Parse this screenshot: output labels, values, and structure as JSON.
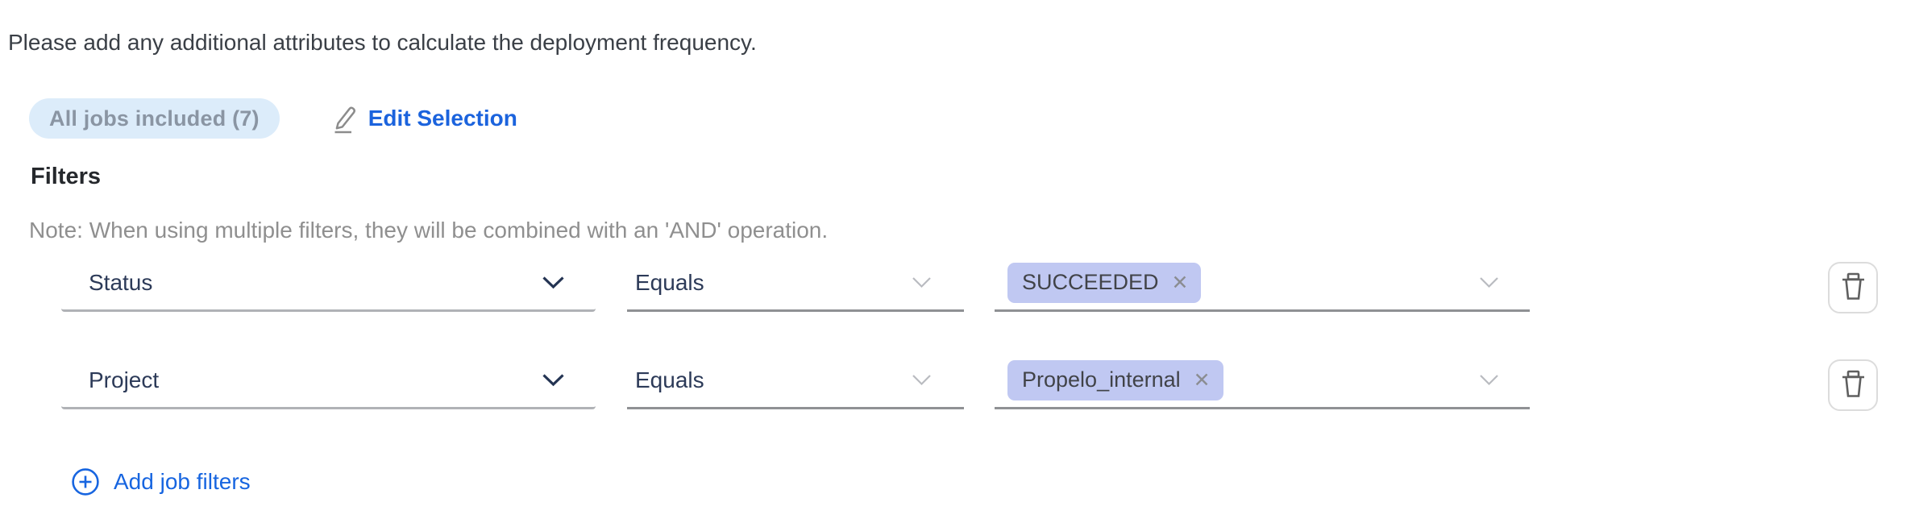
{
  "intro": "Please add any additional attributes to calculate the deployment frequency.",
  "selection": {
    "pill_label": "All jobs included (7)",
    "edit_label": "Edit Selection"
  },
  "filters": {
    "heading": "Filters",
    "note": "Note: When using multiple filters, they will be combined with an 'AND' operation.",
    "rows": [
      {
        "attribute": "Status",
        "operator": "Equals",
        "values": [
          {
            "label": "SUCCEEDED"
          }
        ]
      },
      {
        "attribute": "Project",
        "operator": "Equals",
        "values": [
          {
            "label": "Propelo_internal"
          }
        ]
      }
    ],
    "add_label": "Add job filters"
  },
  "glyphs": {
    "close": "✕"
  },
  "icons": {
    "edit": "pencil-icon",
    "select_expand": "chevron-down-icon",
    "tag_remove": "close-icon",
    "row_delete": "trash-icon",
    "add": "plus-circle-icon"
  },
  "colors": {
    "link_blue": "#1b63dd",
    "add_blue": "#1765e0",
    "pill_bg": "#dcecfa",
    "pill_text": "#8a95a3",
    "tag_bg": "#c0c8f2",
    "tag_text": "#414348",
    "select_text": "#2c3a58",
    "heading_text": "#25282c",
    "note_text": "#8f8f8f",
    "intro_text": "#3a3f46"
  }
}
